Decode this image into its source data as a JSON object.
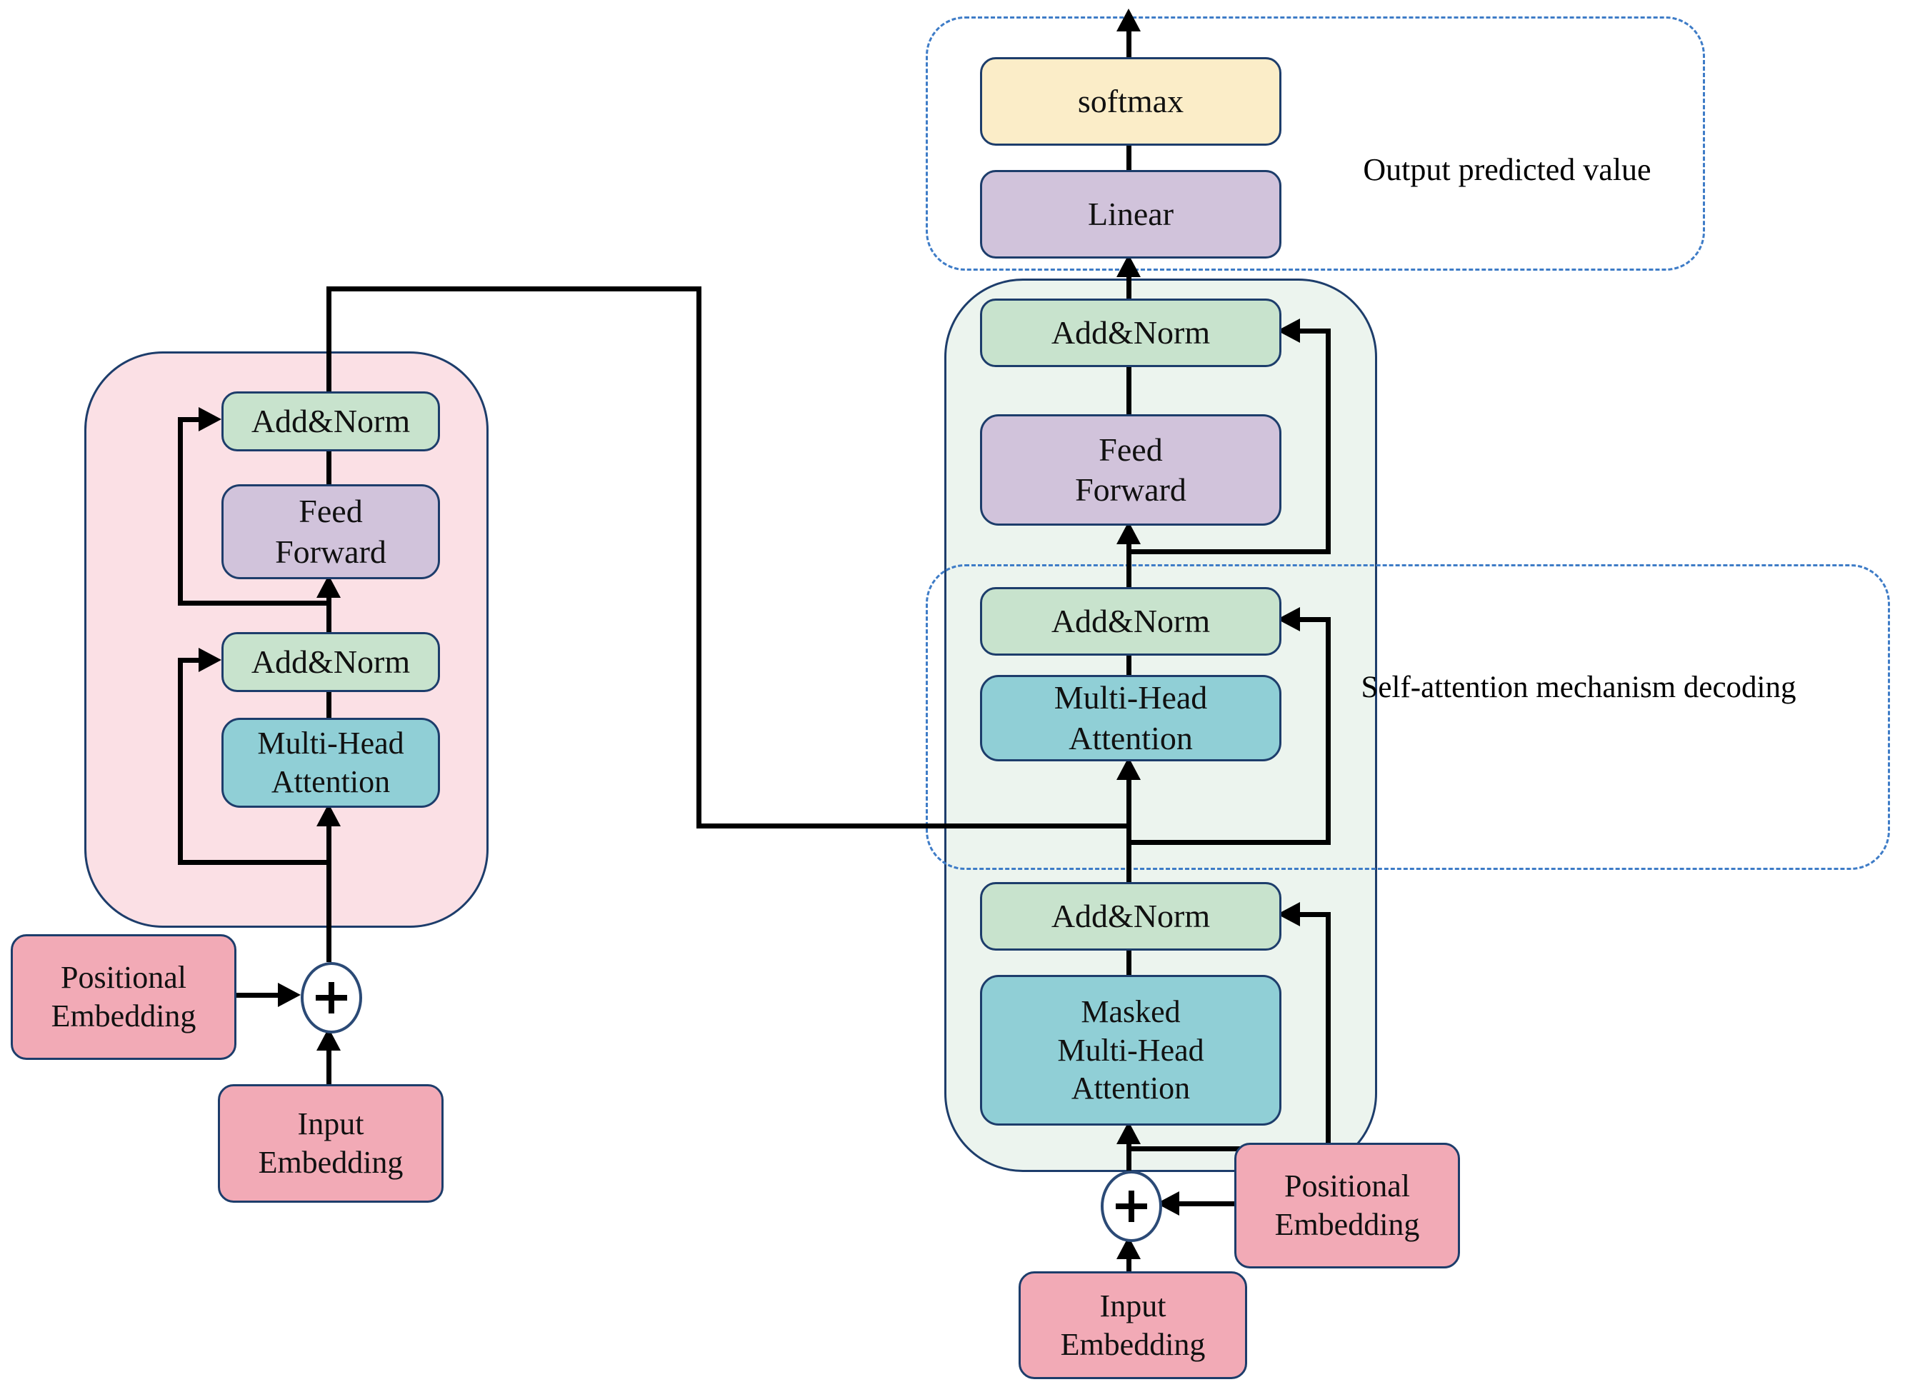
{
  "diagram": {
    "output_section": {
      "label": "Output predicted value",
      "softmax": "softmax",
      "linear": "Linear"
    },
    "encoder": {
      "add_norm_1": "Add&Norm",
      "feed_forward": [
        "Feed",
        "Forward"
      ],
      "add_norm_2": "Add&Norm",
      "multi_head_attention": [
        "Multi-Head",
        "Attention"
      ],
      "positional_embedding": [
        "Positional",
        "Embedding"
      ],
      "input_embedding": [
        "Input",
        "Embedding"
      ],
      "plus_symbol": "+"
    },
    "decoder": {
      "label": "Self-attention mechanism decoding",
      "add_norm_1": "Add&Norm",
      "feed_forward": [
        "Feed",
        "Forward"
      ],
      "add_norm_2": "Add&Norm",
      "multi_head_attention": [
        "Multi-Head",
        "Attention"
      ],
      "add_norm_3": "Add&Norm",
      "masked_multi_head_attention": [
        "Masked",
        "Multi-Head",
        "Attention"
      ],
      "positional_embedding": [
        "Positional",
        "Embedding"
      ],
      "input_embedding": [
        "Input",
        "Embedding"
      ],
      "plus_symbol": "+"
    },
    "colors": {
      "add_norm_fill": "#c8e3cd",
      "feed_forward_fill": "#d1c3db",
      "attention_fill": "#90cfd6",
      "softmax_fill": "#fbedc8",
      "linear_fill": "#d1c3db",
      "embedding_fill": "#f2aab6",
      "encoder_block_fill": "#fbe0e5",
      "decoder_block_fill": "#ecf4ee",
      "box_border": "#1d3d6b",
      "dashed_border": "#3e7cc7",
      "line_color": "#000000"
    }
  }
}
